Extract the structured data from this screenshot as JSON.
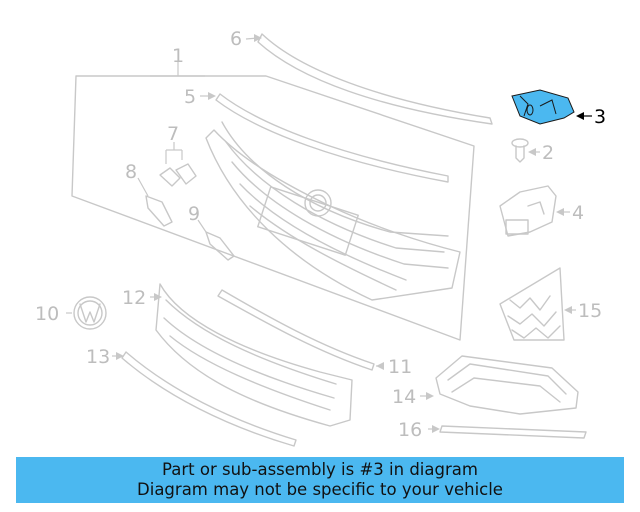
{
  "diagram": {
    "highlight_color": "#4bb8f0",
    "highlighted_part": "3",
    "callouts": [
      {
        "id": "1",
        "label": "1"
      },
      {
        "id": "2",
        "label": "2"
      },
      {
        "id": "3",
        "label": "3"
      },
      {
        "id": "4",
        "label": "4"
      },
      {
        "id": "5",
        "label": "5"
      },
      {
        "id": "6",
        "label": "6"
      },
      {
        "id": "7",
        "label": "7"
      },
      {
        "id": "8",
        "label": "8"
      },
      {
        "id": "9",
        "label": "9"
      },
      {
        "id": "10",
        "label": "10"
      },
      {
        "id": "11",
        "label": "11"
      },
      {
        "id": "12",
        "label": "12"
      },
      {
        "id": "13",
        "label": "13"
      },
      {
        "id": "14",
        "label": "14"
      },
      {
        "id": "15",
        "label": "15"
      },
      {
        "id": "16",
        "label": "16"
      }
    ]
  },
  "banner": {
    "line1": "Part or sub-assembly is #3 in diagram",
    "line2": "Diagram may not be specific to your vehicle",
    "background": "#4bb8f0"
  }
}
